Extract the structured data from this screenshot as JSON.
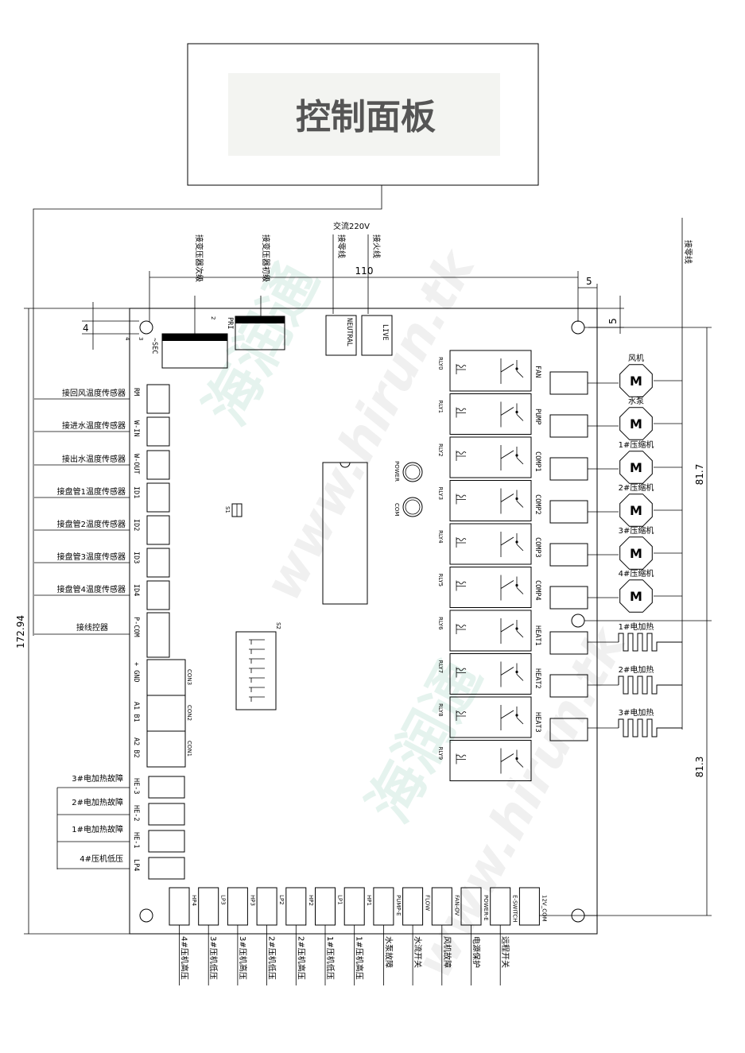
{
  "title": "控制面板",
  "watermark": {
    "brand": "海润通",
    "url": "www.hirun.tk",
    "color": "#3aa57a"
  },
  "top_labels": {
    "ac": "交流220V",
    "neutral_wire": "接零线",
    "live_wire": "接火线",
    "secondary": "接变压器次级",
    "primary": "接变压器初级",
    "right_neutral": "接零线"
  },
  "dimensions": {
    "width": "110",
    "offset_h": "5",
    "offset_v": "5",
    "hole": "4",
    "height": "172.94",
    "upper": "81.7",
    "lower": "81.3"
  },
  "terminals": {
    "neutral": "NEUTRAL",
    "live": "LIVE",
    "pri": "PRI",
    "sec": "~SEC",
    "pri_pin": "2",
    "sec_pin": "3",
    "sec_pin2": "4",
    "s1": "S1",
    "s2": "S2",
    "power": "POWER",
    "com": "COM",
    "con3": "CON3",
    "con2": "CON2",
    "con1": "CON1",
    "p_gnd": "+ GND",
    "a1b1": "A1 B1",
    "a2b2": "A2 B2"
  },
  "left_sensors": [
    {
      "code": "RM",
      "label": "接回风温度传感器"
    },
    {
      "code": "W-IN",
      "label": "接进水温度传感器"
    },
    {
      "code": "W-OUT",
      "label": "接出水温度传感器"
    },
    {
      "code": "ID1",
      "label": "接盘管1温度传感器"
    },
    {
      "code": "ID2",
      "label": "接盘管2温度传感器"
    },
    {
      "code": "ID3",
      "label": "接盘管3温度传感器"
    },
    {
      "code": "ID4",
      "label": "接盘管4温度传感器"
    },
    {
      "code": "P-COM",
      "label": "接线控器"
    }
  ],
  "left_faults": [
    {
      "code": "HE-3",
      "label": "3#电加热故障"
    },
    {
      "code": "HE-2",
      "label": "2#电加热故障"
    },
    {
      "code": "HE-1",
      "label": "1#电加热故障"
    },
    {
      "code": "LP4",
      "label": "4#压机低压"
    }
  ],
  "relays": [
    "RLY0",
    "RLY1",
    "RLY2",
    "RLY3",
    "RLY4",
    "RLY5",
    "RLY6",
    "RLY7",
    "RLY8",
    "RLY9"
  ],
  "outputs": [
    {
      "code": "FAN",
      "label": "风机",
      "kind": "motor"
    },
    {
      "code": "PUMP",
      "label": "水泵",
      "kind": "motor"
    },
    {
      "code": "COMP1",
      "label": "1#压缩机",
      "kind": "motor"
    },
    {
      "code": "COMP2",
      "label": "2#压缩机",
      "kind": "motor"
    },
    {
      "code": "COMP3",
      "label": "3#压缩机",
      "kind": "motor"
    },
    {
      "code": "COMP4",
      "label": "4#压缩机",
      "kind": "motor"
    },
    {
      "code": "HEAT1",
      "label": "1#电加热",
      "kind": "heater"
    },
    {
      "code": "HEAT2",
      "label": "2#电加热",
      "kind": "heater"
    },
    {
      "code": "HEAT3",
      "label": "3#电加热",
      "kind": "heater"
    }
  ],
  "motor_symbol": "M",
  "bottom_inputs": [
    {
      "code": "HP4",
      "label": "4#压机高压"
    },
    {
      "code": "LP3",
      "label": "3#压机低压"
    },
    {
      "code": "HP3",
      "label": "3#压机高压"
    },
    {
      "code": "LP2",
      "label": "2#压机低压"
    },
    {
      "code": "HP2",
      "label": "2#压机高压"
    },
    {
      "code": "LP1",
      "label": "1#压机低压"
    },
    {
      "code": "HP1",
      "label": "1#压机高压"
    },
    {
      "code": "PUMP-E",
      "label": "水泵故障"
    },
    {
      "code": "FLOW",
      "label": "水流开关"
    },
    {
      "code": "FAN-OV",
      "label": "风机故障"
    },
    {
      "code": "POWER-E",
      "label": "电源保护"
    },
    {
      "code": "E-SWITCH",
      "label": "远程开关"
    },
    {
      "code": "12V_COM",
      "label": ""
    }
  ]
}
